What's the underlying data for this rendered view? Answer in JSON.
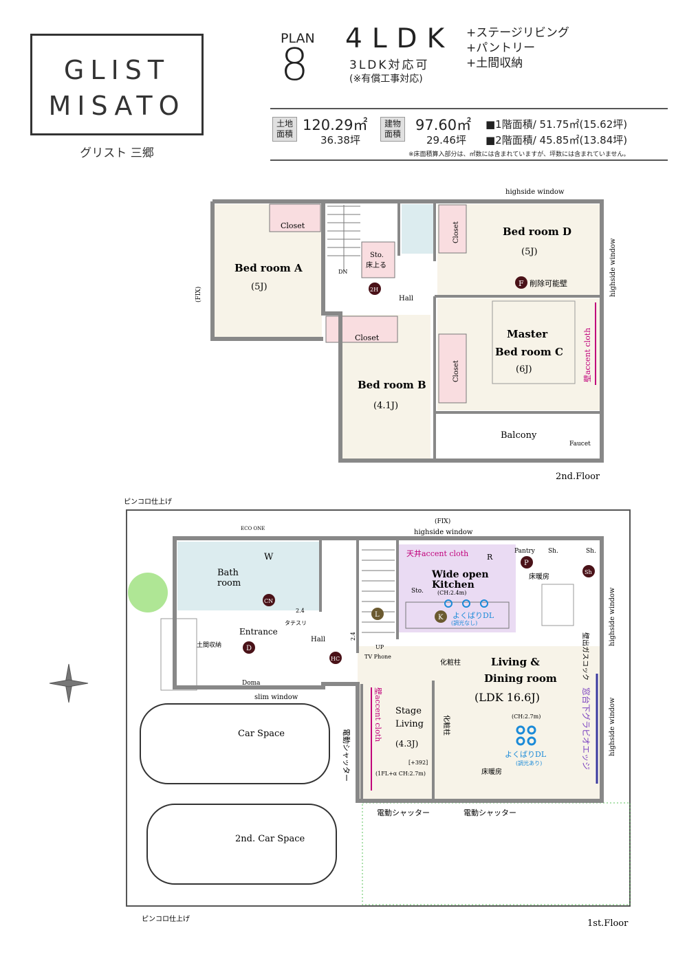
{
  "logo": {
    "line1": "GLIST",
    "line2": "MISATO",
    "subtitle": "グリスト 三郷"
  },
  "plan": {
    "plan_label": "PLAN",
    "plan_number": "8",
    "layout": "4LDK",
    "alt_layout": "3LDK対応可",
    "alt_note": "(※有償工事対応)",
    "options": [
      "+ステージリビング",
      "+パントリー",
      "+土間収納"
    ]
  },
  "areas": {
    "land_label": "土地面積",
    "land_sqm": "120.29㎡",
    "land_tsubo": "36.38坪",
    "building_label": "建物面積",
    "building_sqm": "97.60㎡",
    "building_tsubo": "29.46坪",
    "floor1": "■1階面積/ 51.75㎡(15.62坪)",
    "floor2": "■2階面積/ 45.85㎡(13.84坪)",
    "note": "※床面積算入部分は、㎡数には含まれていますが、坪数には含まれていません。"
  },
  "floor2": {
    "floor_label": "2nd.Floor",
    "highside_top": "highside window",
    "highside_right": "highside window",
    "fix": "(FIX)",
    "rooms": {
      "bedroom_a": "Bed room A",
      "bedroom_a_size": "(5J)",
      "bedroom_b": "Bed room B",
      "bedroom_b_size": "(4.1J)",
      "bedroom_d": "Bed room D",
      "bedroom_d_size": "(5J)",
      "master": "Master",
      "master2": "Bed room C",
      "master_size": "(6J)",
      "balcony": "Balcony",
      "faucet": "Faucet",
      "hall": "Hall",
      "closet": "Closet",
      "sto": "Sto.",
      "sto_note": "床上る",
      "dn": "DN",
      "accent": "壁accent cloth",
      "removable": "削除可能壁"
    },
    "markers": {
      "h2": "2H",
      "f": "F"
    }
  },
  "floor1": {
    "floor_label": "1st.Floor",
    "pinkoro_top": "ピンコロ仕上げ",
    "pinkoro_bottom": "ピンコロ仕上げ",
    "fix": "(FIX)",
    "highside_top": "highside window",
    "highside_right1": "highside window",
    "highside_right2": "highside window",
    "eco_one": "ECO ONE",
    "rooms": {
      "bathroom1": "Bath",
      "bathroom2": "room",
      "w": "W",
      "entrance": "Entrance",
      "doma": "Doma",
      "hall": "Hall",
      "storage": "土間収納",
      "tatesuri": "タテスリ",
      "kitchen1": "Wide open",
      "kitchen2": "Kitchen",
      "kitchen_ch": "(CH:2.4m)",
      "ceiling_accent": "天井accent cloth",
      "r": "R",
      "sto": "Sto.",
      "pantry": "Pantry",
      "sh": "Sh.",
      "floor_heat": "床暖房",
      "yokubari_dl1": "よくばりDL",
      "yokubari_note1": "(調光なし)",
      "yokubari_dl2": "よくばりDL",
      "yokubari_note2": "(調光あり)",
      "ldk1": "Living &",
      "ldk2": "Dining room",
      "ldk3": "(LDK 16.6J)",
      "ldk_ch": "(CH:2.7m)",
      "stage1": "Stage",
      "stage2": "Living",
      "stage_size": "(4.3J)",
      "stage_ch": "(1FL+α CH:2.7m)",
      "stage_392": "[+392]",
      "tv": "TV Phone",
      "kesho": "化粧柱",
      "kesho2": "化粧柱",
      "up": "UP",
      "wall_accent": "壁accent cloth",
      "gas": "壁出ガスコック",
      "gravio": "窓台下グラビオエッジ",
      "shutter1": "電動シャッター",
      "shutter2": "電動シャッター",
      "shutter3": "電動シャッター",
      "slim": "slim window",
      "car1": "Car Space",
      "car2": "2nd. Car Space",
      "num_24a": "2.4",
      "num_24b": "2.4"
    },
    "markers": {
      "cn": "CN",
      "d": "D",
      "hc": "HC",
      "l": "L",
      "k": "K",
      "p": "P",
      "sh": "Sh"
    }
  },
  "colors": {
    "room": "#f7f3e8",
    "closet": "#f9dde0",
    "kitchen": "#eadbf3",
    "wet": "#dcecef",
    "wall": "#888888",
    "marker": "#4a1218",
    "green": "#58c058",
    "accent": "#c0007a"
  }
}
